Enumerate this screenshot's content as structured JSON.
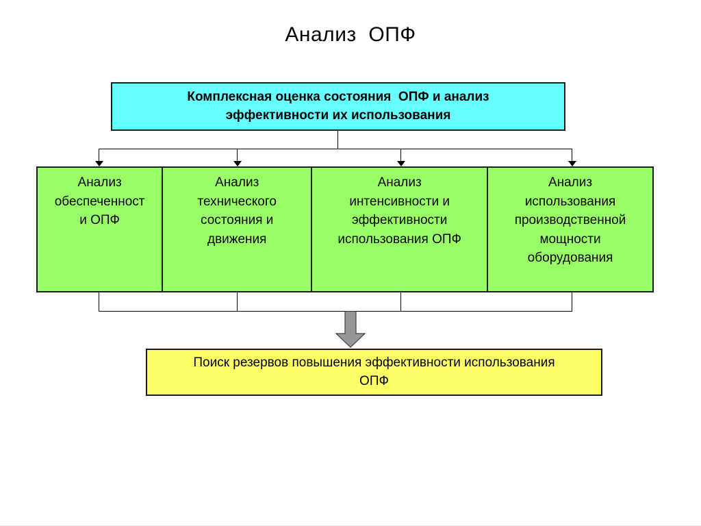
{
  "title": "Анализ  ОПФ",
  "colors": {
    "top_box_fill": "#66FFFF",
    "branch_fill": "#99FF66",
    "bottom_fill": "#FFFF66",
    "line": "#000000",
    "block_arrow_fill": "#969696",
    "block_arrow_stroke": "#404040"
  },
  "top_box": {
    "text": "Комплексная оценка состояния  ОПФ и анализ\nэффективности их использования"
  },
  "branch_boxes": [
    {
      "text": "Анализ\nобеспеченност\nи ОПФ"
    },
    {
      "text": "Анализ\nтехнического\nсостояния и\nдвижения"
    },
    {
      "text": "Анализ\nинтенсивности и\nэффективности\nиспользования ОПФ"
    },
    {
      "text": "Анализ\nиспользования\nпроизводственной\nмощности\nоборудования"
    }
  ],
  "bottom_box": {
    "text": "Поиск резервов повышения эффективности использования\nОПФ"
  }
}
